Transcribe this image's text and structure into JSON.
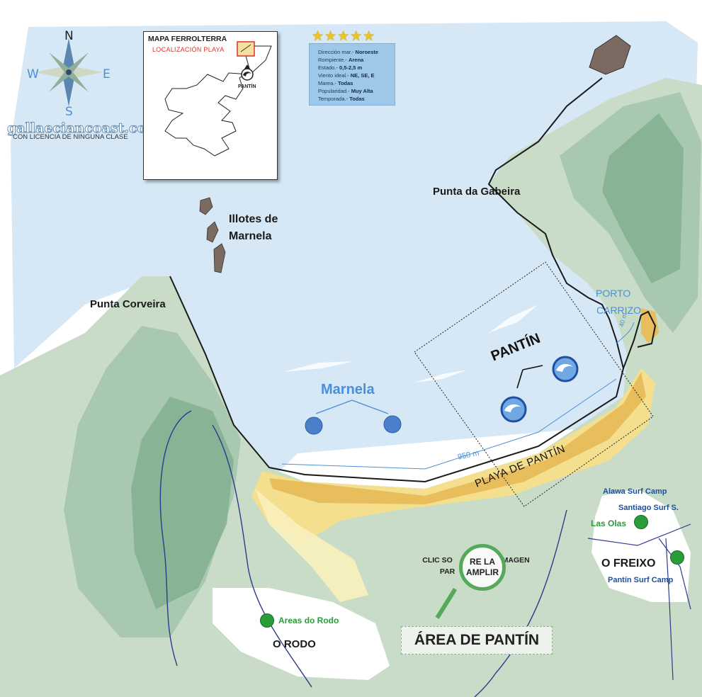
{
  "compass": {
    "n": "N",
    "s": "S",
    "e": "E",
    "w": "W"
  },
  "brand": {
    "site": "gallaeciancoast.com",
    "license": "CON LICENCIA DE NINGUNA CLASE"
  },
  "inset": {
    "title": "MAPA FERROLTERRA",
    "subtitle": "LOCALIZACIÓN PLAYA",
    "marker": "PANTÍN"
  },
  "rating": {
    "stars": "★★★★★"
  },
  "info": {
    "rows": [
      {
        "k": "Dirección mar.-",
        "v": "Noroeste"
      },
      {
        "k": "Rompiente.-",
        "v": "Arena"
      },
      {
        "k": "Estado.-",
        "v": "0,5-2,5 m"
      },
      {
        "k": "Viento ideal.-",
        "v": "NE, SE, E"
      },
      {
        "k": "Marea.-",
        "v": "Todas"
      },
      {
        "k": "Popularidad.-",
        "v": "Muy Alta"
      },
      {
        "k": "Temporada.-",
        "v": "Todas"
      }
    ]
  },
  "labels": {
    "punta_gabeira": "Punta da Gabeira",
    "illotes": "Illotes de",
    "marnela_islets": "Marnela",
    "punta_corveira": "Punta Corveira",
    "porto": "PORTO",
    "carrizo": "CARRIZO",
    "dist_40": "40 m",
    "marnela_spot": "Marnela",
    "pantin_spot": "PANTÍN",
    "dist_950": "950 m",
    "playa": "PLAYA DE PANTÍN",
    "alawa": "Alawa Surf Camp",
    "santiago": "Santiago Surf S.",
    "las_olas": "Las Olas",
    "o_freixo": "O FREIXO",
    "pantin_camp": "Pantín Surf Camp",
    "areas_rodo": "Areas do Rodo",
    "o_rodo": "O RODO"
  },
  "clic": {
    "text_left": "CLIC SO",
    "text_right": "MAGEN",
    "text_left2": "PAR",
    "lens_line1": "RE LA",
    "lens_line2": "AMPLIR"
  },
  "area_button": "ÁREA DE PANTÍN",
  "colors": {
    "sea": "#d6e8f6",
    "land": "#c8dcc8",
    "beach": "#f0d27a",
    "spot": "#4a90d9",
    "green_dot": "#2a9d3a"
  }
}
